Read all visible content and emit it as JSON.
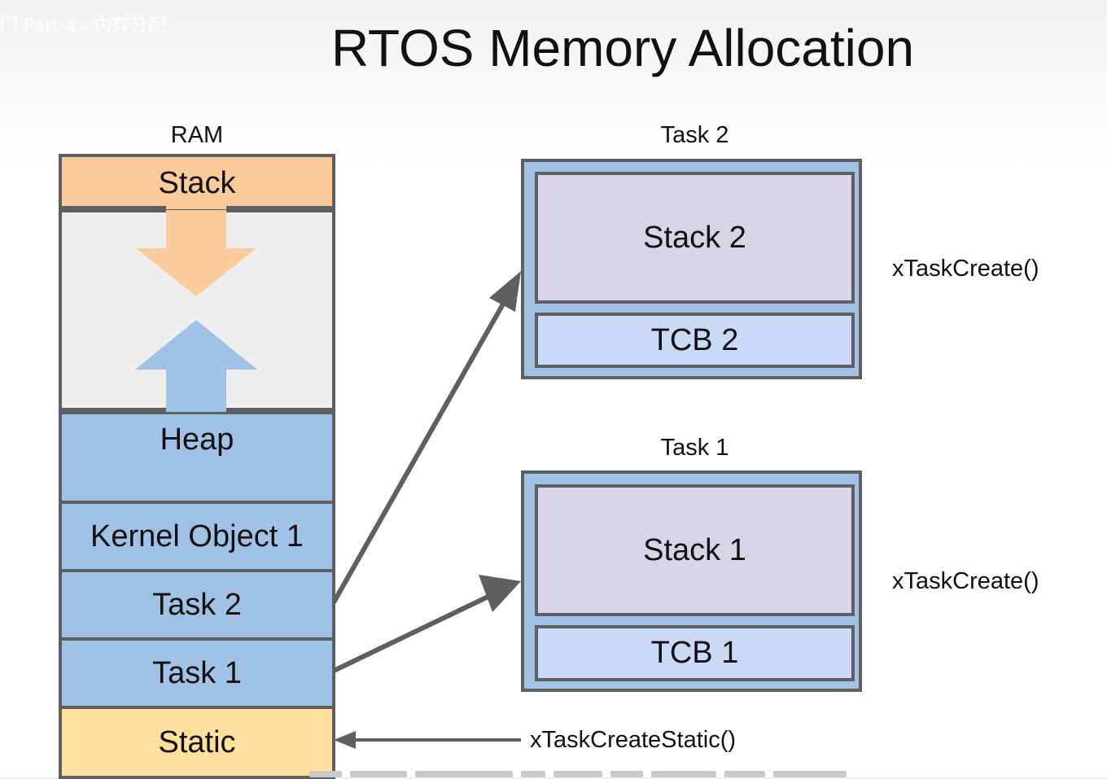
{
  "video_caption": "门 Part 4 - 内存分配",
  "slide": {
    "title": "RTOS Memory Allocation",
    "ram": {
      "heading": "RAM",
      "segments": [
        {
          "label": "Stack",
          "color": "#fbcb9c"
        },
        {
          "label": "",
          "color": "#eeeeee"
        },
        {
          "label": "Heap",
          "color": "#9fc2e6"
        },
        {
          "label": "Kernel Object 1",
          "color": "#9fc2e6"
        },
        {
          "label": "Task 2",
          "color": "#9fc2e6"
        },
        {
          "label": "Task 1",
          "color": "#9fc2e6"
        },
        {
          "label": "Static",
          "color": "#ffe09e"
        }
      ],
      "growth_arrows": [
        {
          "name": "stack-grows-down",
          "direction": "down",
          "color": "#fbcb9c"
        },
        {
          "name": "heap-grows-up",
          "direction": "up",
          "color": "#9fc2e6"
        }
      ]
    },
    "tasks": [
      {
        "heading": "Task 2",
        "stack_label": "Stack 2",
        "tcb_label": "TCB 2",
        "create_fn": "xTaskCreate()"
      },
      {
        "heading": "Task 1",
        "stack_label": "Stack 1",
        "tcb_label": "TCB 1",
        "create_fn": "xTaskCreate()"
      }
    ],
    "static_fn": "xTaskCreateStatic()",
    "connections": [
      {
        "from": "Task 2",
        "to": "Task 2 box"
      },
      {
        "from": "Task 1",
        "to": "Task 1 box"
      },
      {
        "from": "xTaskCreateStatic()",
        "to": "Static"
      }
    ],
    "colors": {
      "border": "#5f5f62",
      "arrow": "#5f5f62",
      "stack_orange": "#fbcb9c",
      "heap_blue": "#9fc2e6",
      "static_yellow": "#ffe09e",
      "task_stack_lavender": "#d9d3e8",
      "tcb_light_blue": "#c9daf6"
    }
  }
}
